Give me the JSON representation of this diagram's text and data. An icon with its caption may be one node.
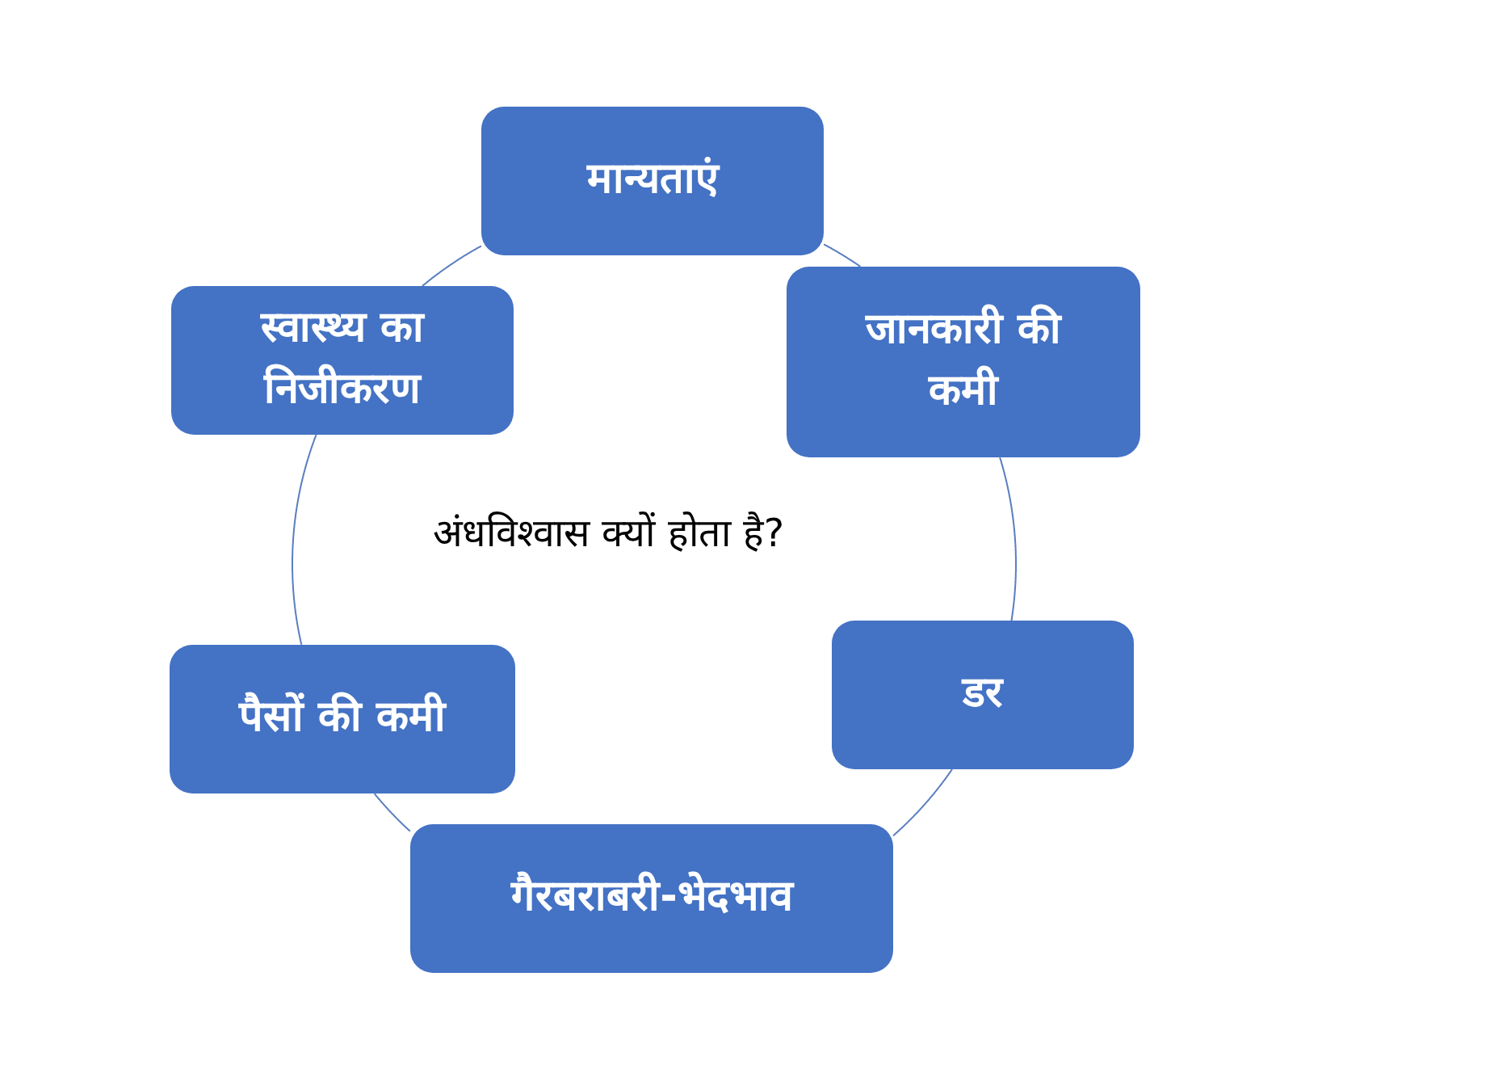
{
  "diagram": {
    "nodes": [
      {
        "text": [
          "मान्यताएं"
        ]
      },
      {
        "text": [
          "जानकारी की कमी"
        ]
      },
      {
        "text": [
          "डर"
        ]
      },
      {
        "text": [
          "गैरबराबरी-भेदभाव"
        ]
      },
      {
        "text": [
          "पैसों की कमी"
        ]
      },
      {
        "text": [
          "स्वास्थ्य का निजीकरण"
        ]
      }
    ],
    "edges": [
      {
        "from": 0,
        "to": 1,
        "arrow": "none"
      },
      {
        "from": 1,
        "to": 2,
        "arrow": "none"
      },
      {
        "from": 2,
        "to": 3,
        "arrow": "none"
      },
      {
        "from": 3,
        "to": 4,
        "arrow": "none"
      },
      {
        "from": 4,
        "to": 5,
        "arrow": "none"
      },
      {
        "from": 5,
        "to": 0,
        "arrow": "none"
      }
    ],
    "labels": [
      "अंधविश्वास क्यों होता है?"
    ]
  }
}
